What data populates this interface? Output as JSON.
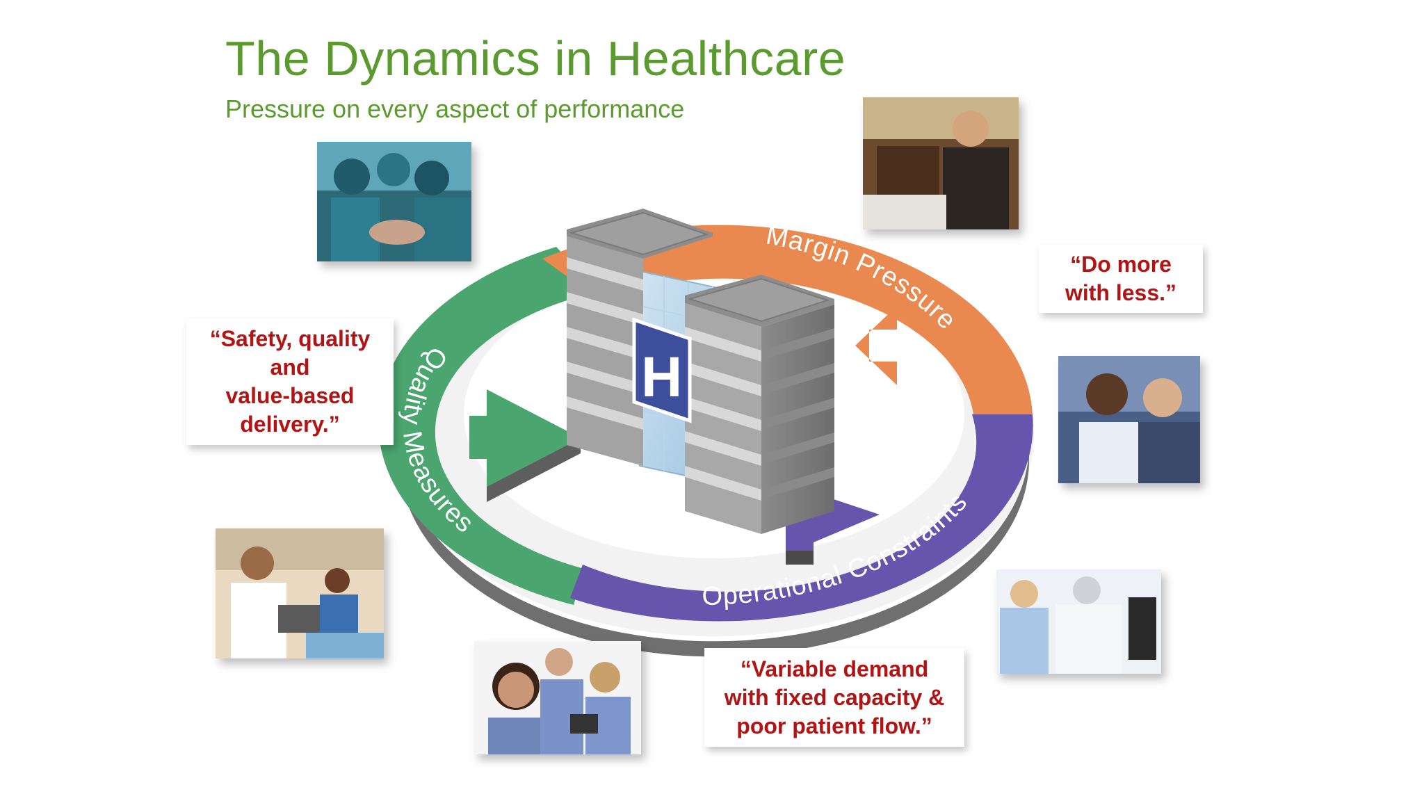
{
  "slide": {
    "title": "The Dynamics in Healthcare",
    "subtitle": "Pressure on every aspect of performance"
  },
  "cycle": {
    "segments": [
      {
        "label": "Margin Pressure",
        "color": "#e9894f"
      },
      {
        "label": "Operational Constraints",
        "color": "#6555ad"
      },
      {
        "label": "Quality Measures",
        "color": "#4aa56e"
      }
    ],
    "hospital_sign": "H",
    "hospital_sign_color": "#3d4f9c"
  },
  "quotes": {
    "margin": [
      "“Do more",
      "with less.”"
    ],
    "quality": [
      "“Safety, quality",
      "and",
      "value-based",
      "delivery.”"
    ],
    "operations": [
      "“Variable demand",
      "with fixed capacity &",
      "poor patient flow.”"
    ]
  },
  "photos": [
    {
      "icon": "surgeons-operating-photo"
    },
    {
      "icon": "executive-at-desk-photo"
    },
    {
      "icon": "business-meeting-photo"
    },
    {
      "icon": "doctor-with-laptop-photo"
    },
    {
      "icon": "nursing-staff-photo"
    },
    {
      "icon": "doctors-at-monitor-photo"
    }
  ]
}
